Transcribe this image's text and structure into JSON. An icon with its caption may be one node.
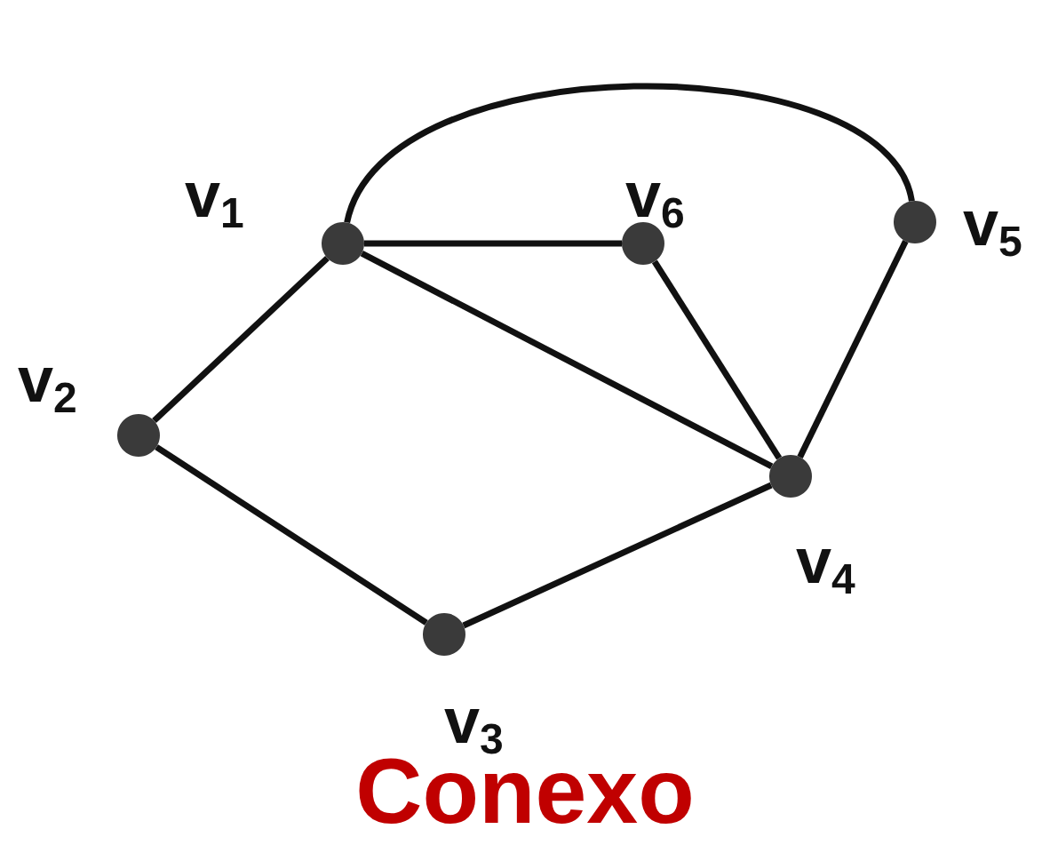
{
  "diagram": {
    "caption": "Conexo",
    "nodes": [
      {
        "text": [],
        "shape": "circle",
        "beside": [
          "v$_{1}$"
        ]
      },
      {
        "text": [],
        "shape": "circle",
        "beside": [
          "v$_{2}$"
        ]
      },
      {
        "text": [],
        "shape": "circle",
        "beside": [
          "v$_{3}$"
        ]
      },
      {
        "text": [],
        "shape": "circle",
        "beside": [
          "v$_{4}$"
        ]
      },
      {
        "text": [],
        "shape": "circle",
        "beside": [
          "v$_{5}$"
        ]
      },
      {
        "text": [],
        "shape": "circle",
        "beside": [
          "v$_{6}$"
        ]
      }
    ],
    "edges": [
      {
        "from": 0,
        "to": 5,
        "arrow": "none"
      },
      {
        "from": 0,
        "to": 3,
        "arrow": "none"
      },
      {
        "from": 0,
        "to": 1,
        "arrow": "none"
      },
      {
        "from": 1,
        "to": 2,
        "arrow": "none"
      },
      {
        "from": 2,
        "to": 3,
        "arrow": "none"
      },
      {
        "from": 5,
        "to": 3,
        "arrow": "none"
      },
      {
        "from": 4,
        "to": 3,
        "arrow": "none"
      },
      {
        "from": 0,
        "to": 4,
        "arrow": "none"
      }
    ]
  }
}
